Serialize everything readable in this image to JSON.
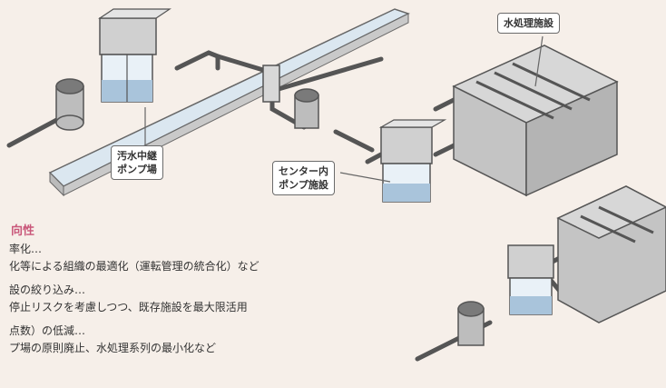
{
  "labels": {
    "water_treatment": "水処理施設",
    "relay_pump_line1": "汚水中継",
    "relay_pump_line2": "ポンプ場",
    "center_pump_line1": "センター内",
    "center_pump_line2": "ポンプ施設"
  },
  "policy": {
    "heading": "向性",
    "items": [
      "率化…",
      "化等による組織の最適化（運転管理の統合化）など",
      "設の絞り込み…",
      "停止リスクを考慮しつつ、既存施設を最大限活用",
      "点数）の低減…",
      "プ場の原則廃止、水処理系列の最小化など"
    ]
  },
  "colors": {
    "background": "#f6efe9",
    "heading": "#c9577a",
    "water": "#a9c4db",
    "facility_gray": "#c8c8c8",
    "outline": "#555555"
  }
}
